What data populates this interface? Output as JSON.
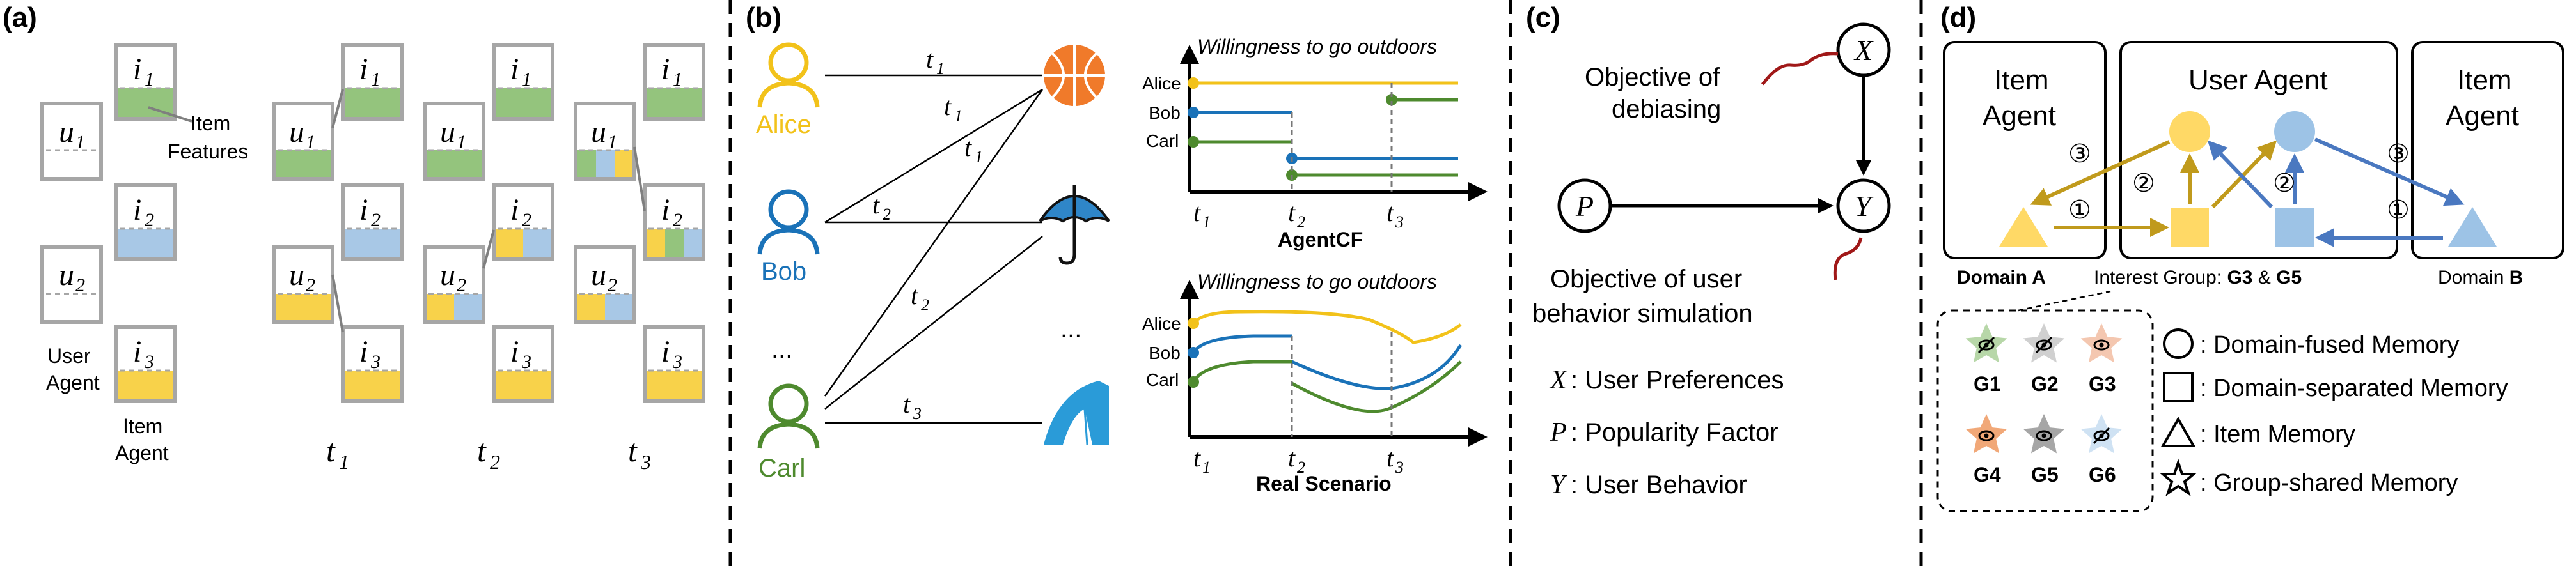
{
  "colors": {
    "green": "#94c47d",
    "blue": "#a8c8e6",
    "yellow": "#f8d24a",
    "gray": "#a6a6a6",
    "alice": "#f2c21a",
    "bob": "#1a72b8",
    "carl": "#4e8a2e",
    "orange": "#f07a2a",
    "umbrella": "#2f86c8",
    "tent": "#2a9bd8",
    "dark_red": "#a01818",
    "gold_arrow": "#c09a1c",
    "blue_arrow": "#4a78c0",
    "mem_yellow": "#ffd966",
    "mem_blue": "#9dc3e6"
  },
  "panel_a": {
    "label": "(a)",
    "u1": "u",
    "u1_sub": "1",
    "u2": "u",
    "u2_sub": "2",
    "i1": "i",
    "i1_sub": "1",
    "i2": "i",
    "i2_sub": "2",
    "i3": "i",
    "i3_sub": "3",
    "item_features_1": "Item",
    "item_features_2": "Features",
    "user_agent_1": "User",
    "user_agent_2": "Agent",
    "item_agent_1": "Item",
    "item_agent_2": "Agent",
    "t1": "t",
    "t1_sub": "1",
    "t2": "t",
    "t2_sub": "2",
    "t3": "t",
    "t3_sub": "3"
  },
  "panel_b": {
    "label": "(b)",
    "alice": "Alice",
    "bob": "Bob",
    "carl": "Carl",
    "ellipsis_left": "...",
    "ellipsis_right": "...",
    "edge_t1a": "t",
    "edge_t1a_sub": "1",
    "edge_t1b": "t",
    "edge_t1b_sub": "1",
    "edge_t1c": "t",
    "edge_t1c_sub": "1",
    "edge_t2a": "t",
    "edge_t2a_sub": "2",
    "edge_t2b": "t",
    "edge_t2b_sub": "2",
    "edge_t3": "t",
    "edge_t3_sub": "3",
    "chart_title_top": "Willingness to go outdoors",
    "chart_title_bottom": "Willingness to go outdoors",
    "caption_top": "AgentCF",
    "caption_bottom": "Real Scenario",
    "legend_alice": "Alice",
    "legend_bob": "Bob",
    "legend_carl": "Carl",
    "tick_1": "t",
    "tick_1_sub": "1",
    "tick_2": "t",
    "tick_2_sub": "2",
    "tick_3": "t",
    "tick_3_sub": "3"
  },
  "panel_c": {
    "label": "(c)",
    "node_x": "X",
    "node_p": "P",
    "node_y": "Y",
    "objective_debias_1": "Objective of",
    "objective_debias_2": "debiasing",
    "objective_sim_1": "Objective of user",
    "objective_sim_2": "behavior simulation",
    "legend_x_sym": "X",
    "legend_x_text": ": User Preferences",
    "legend_p_sym": "P",
    "legend_p_text": ": Popularity Factor",
    "legend_y_sym": "Y",
    "legend_y_text": ": User Behavior"
  },
  "panel_d": {
    "label": "(d)",
    "item_agent_left_1": "Item",
    "item_agent_left_2": "Agent",
    "user_agent": "User Agent",
    "item_agent_right_1": "Item",
    "item_agent_right_2": "Agent",
    "domain_a_prefix": "Domain ",
    "domain_a_letter": "A",
    "domain_b_prefix": "Domain ",
    "domain_b_letter": "B",
    "interest_group_prefix": "Interest Group: ",
    "interest_group_g3": "G3",
    "interest_group_amp": " & ",
    "interest_group_g5": "G5",
    "step_3_left": "③",
    "step_1_left": "①",
    "step_2_left": "②",
    "step_2_right": "②",
    "step_3_right": "③",
    "step_1_right": "①",
    "groups": [
      "G1",
      "G2",
      "G3",
      "G4",
      "G5",
      "G6"
    ],
    "legend_fused": ": Domain-fused Memory",
    "legend_separated": ": Domain-separated Memory",
    "legend_item": ": Item Memory",
    "legend_group": ": Group-shared Memory"
  }
}
